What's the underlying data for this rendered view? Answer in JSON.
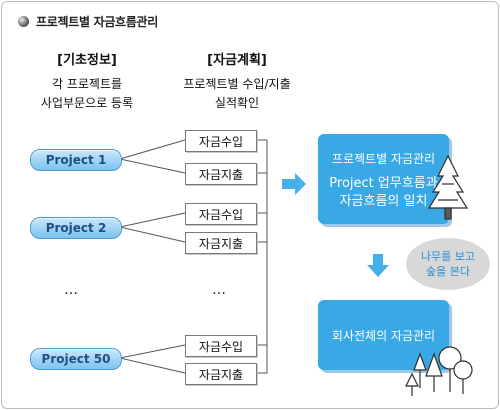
{
  "title": "프로젝트별 자금흐름관리",
  "col1": {
    "heading": "[기초정보]",
    "line1": "각 프로젝트를",
    "line2": "사업부문으로 등록"
  },
  "col2": {
    "heading": "[자금계획]",
    "line1": "프로젝트별 수입/지출",
    "line2": "실적확인"
  },
  "projects": [
    {
      "label": "Project 1",
      "income": "자금수입",
      "expense": "자금지출"
    },
    {
      "label": "Project 2",
      "income": "자금수입",
      "expense": "자금지출"
    },
    {
      "label": "Project 50",
      "income": "자금수입",
      "expense": "자금지출"
    }
  ],
  "ellipsis": "…",
  "box_top": {
    "title": "프로젝트별 자금관리",
    "line1": "Project 업무흐름과",
    "line2": "자금흐름의 일치"
  },
  "bubble": {
    "line1": "나무를 보고",
    "line2": "숲을 본다"
  },
  "box_bottom": {
    "title": "회사전체의 자금관리"
  },
  "colors": {
    "accent": "#39a9e5",
    "pill": "#7cc3ee",
    "bubble_text": "#2a8fd1"
  }
}
